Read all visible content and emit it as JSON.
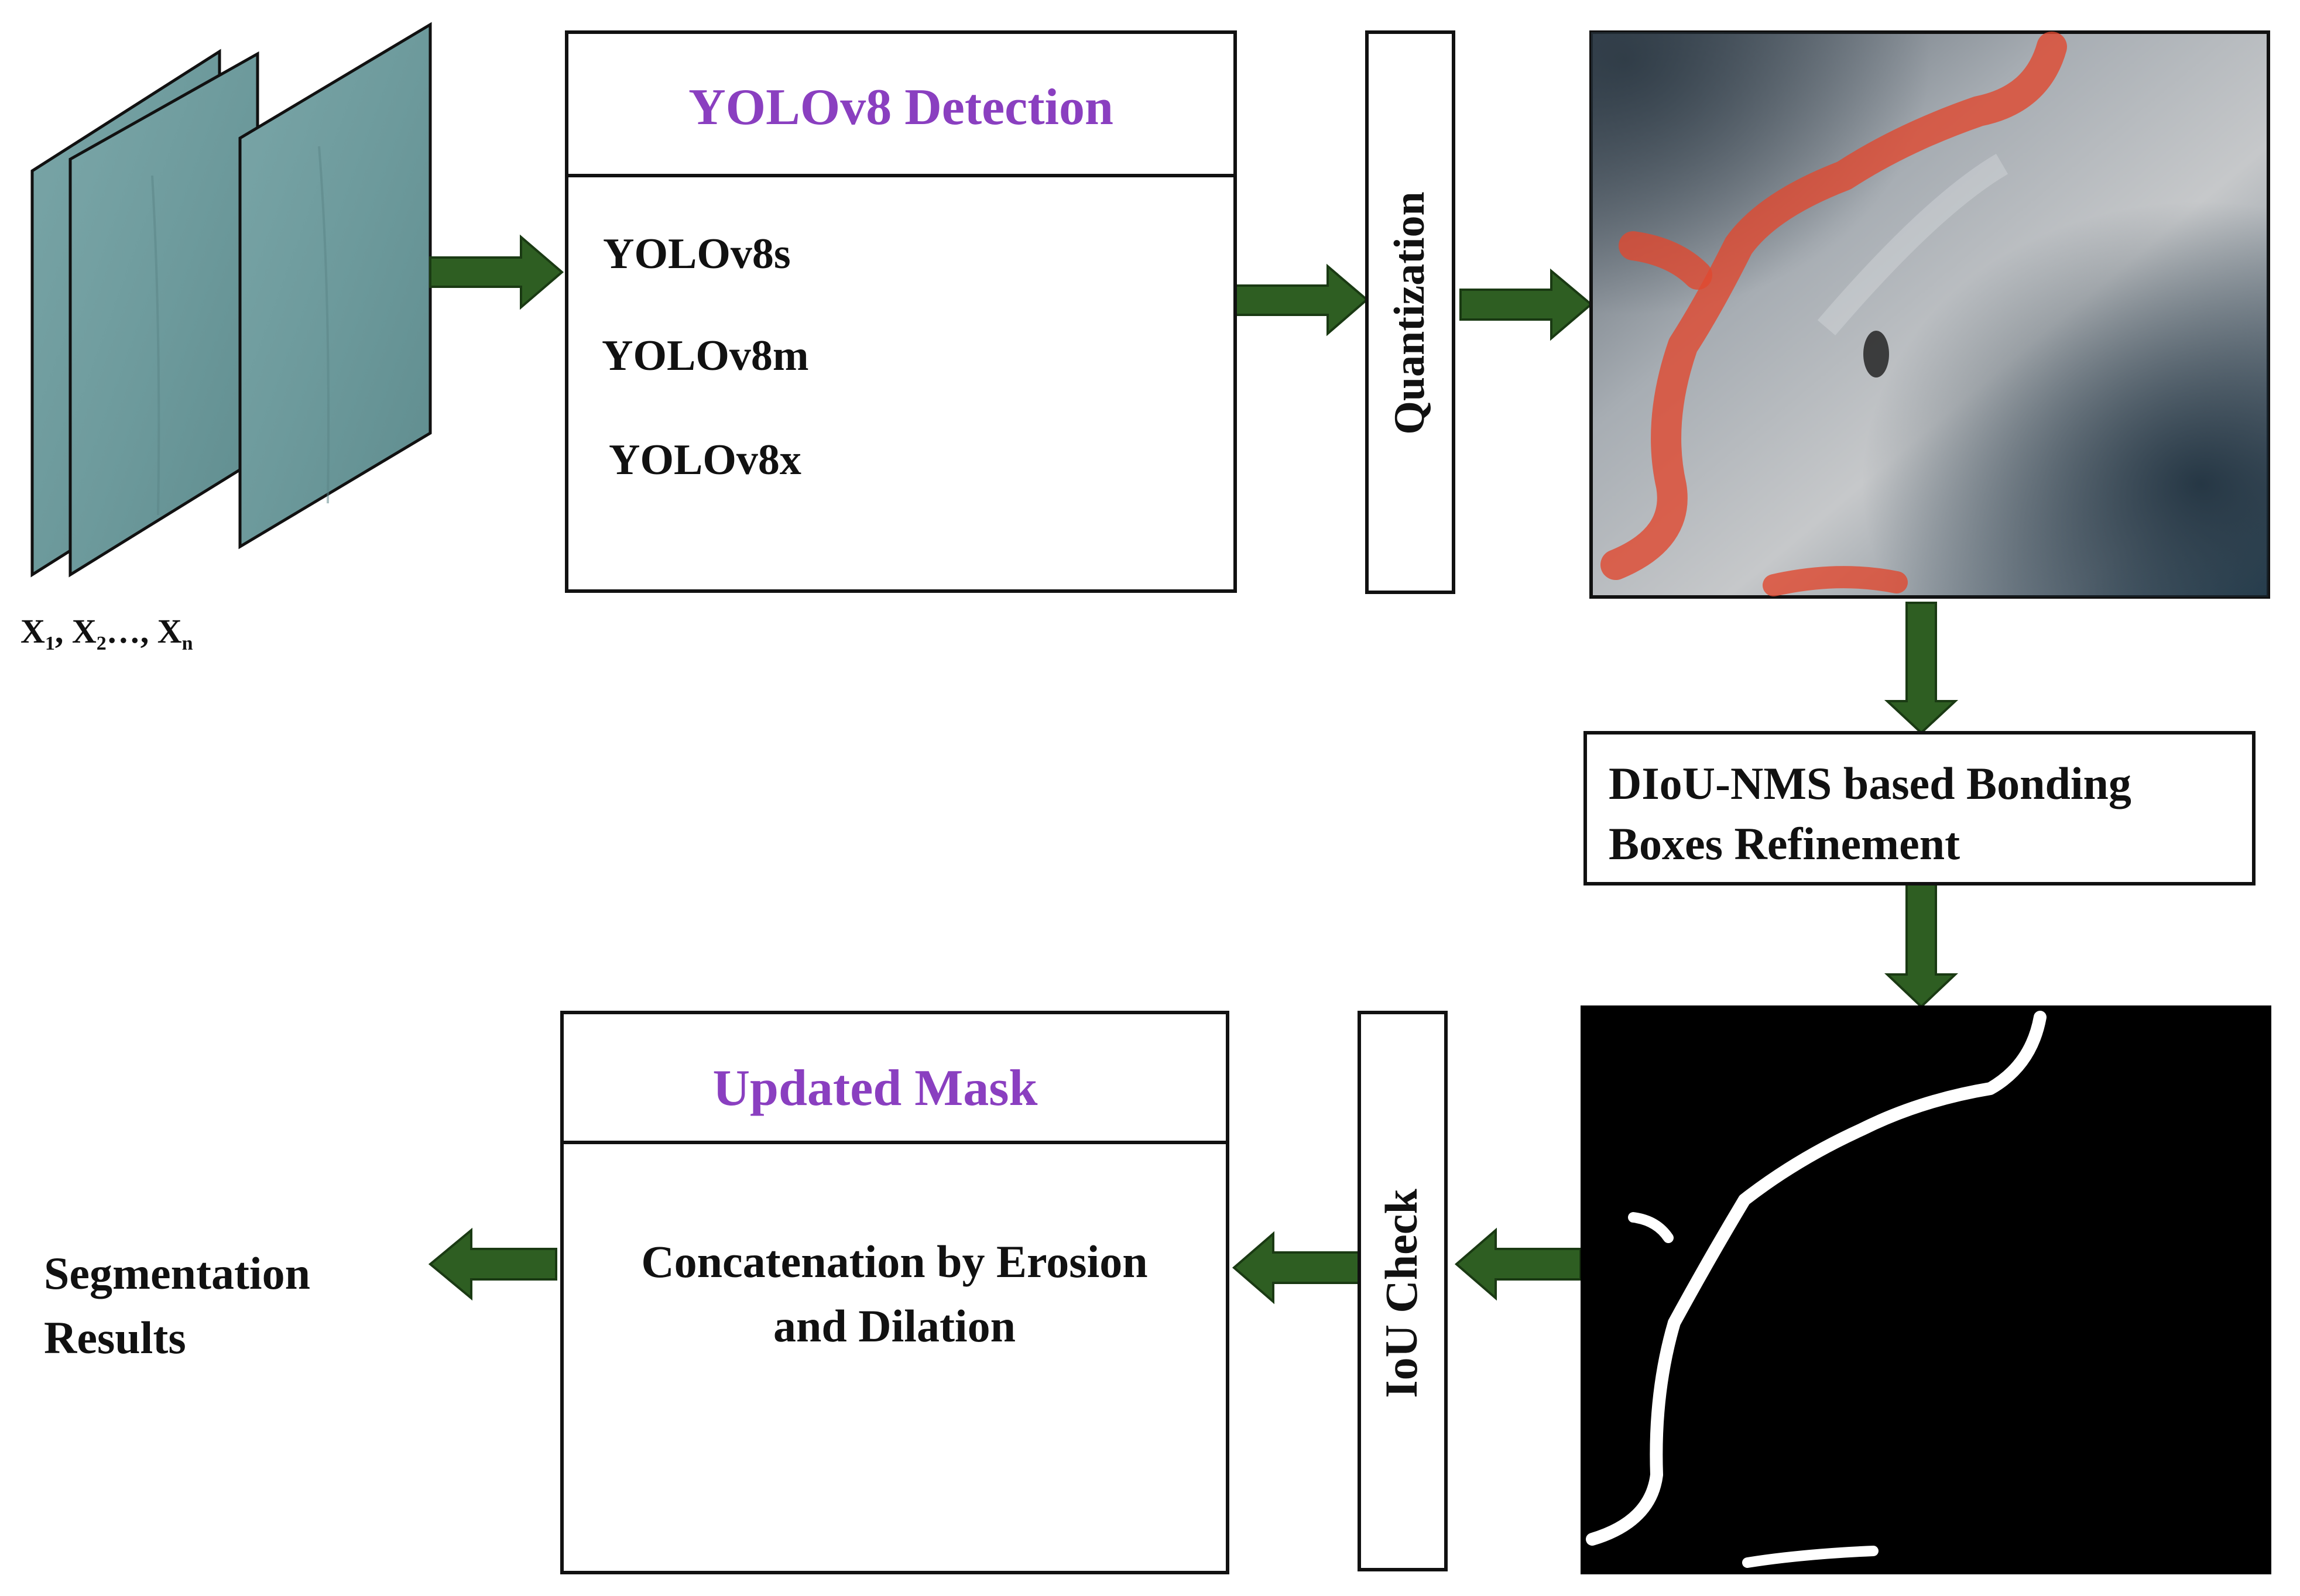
{
  "colors": {
    "arrow": "#2e5e22",
    "arrow_stroke": "#1a3a13",
    "accent_title": "#8a3fc0",
    "box_border": "#111111",
    "text": "#111111",
    "frame_fill": "#6e9a9c",
    "crack_overlay": "#e0482f",
    "mask_bg": "#000000",
    "mask_crack": "#ffffff"
  },
  "input": {
    "label_main": [
      "X",
      "X",
      "X"
    ],
    "label_subs": [
      "1",
      "2",
      "n"
    ],
    "label_separators": [
      ", ",
      "…, "
    ]
  },
  "detection": {
    "title": "YOLOv8 Detection",
    "models": [
      "YOLOv8s",
      "YOLOv8m",
      "YOLOv8x"
    ]
  },
  "quantization": {
    "label": "Quantization"
  },
  "refinement": {
    "line1": "DIoU-NMS based Bonding",
    "line2": "Boxes Refinement"
  },
  "iou": {
    "label": "IoU Check"
  },
  "updated_mask": {
    "title": "Updated Mask",
    "line1": "Concatenation by Erosion",
    "line2": "and Dilation"
  },
  "output": {
    "line1": "Segmentation",
    "line2": "Results"
  }
}
